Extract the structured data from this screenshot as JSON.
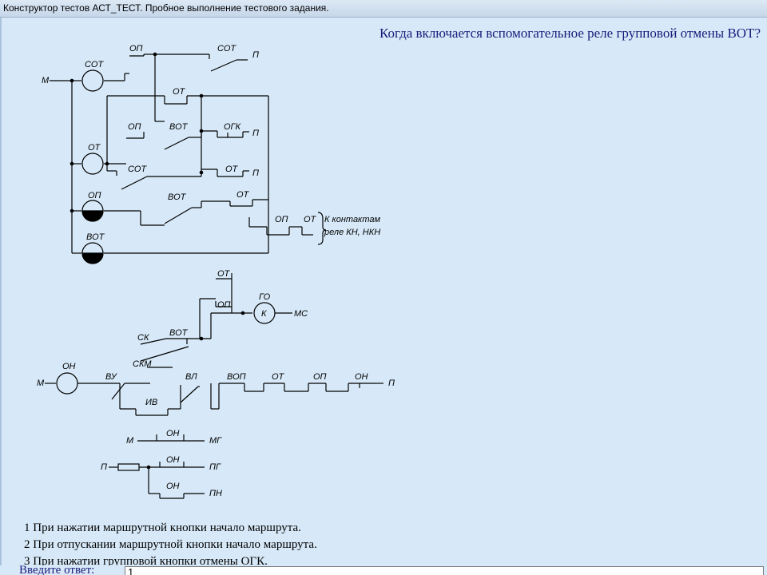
{
  "window": {
    "title": "Конструктор тестов АСТ_ТЕСТ. Пробное выполнение тестового задания."
  },
  "question": {
    "text": "Когда включается вспомогательное реле групповой отмены ВОТ?"
  },
  "schematic": {
    "labels": {
      "m1": "М",
      "sot": "СОТ",
      "op1": "ОП",
      "sot2": "СОТ",
      "p1": "П",
      "ot1": "ОТ",
      "op2": "ОП",
      "vot1": "ВОТ",
      "ogk": "ОГК",
      "p2": "П",
      "ot_relay": "ОТ",
      "sot3": "СОТ",
      "ot2": "ОТ",
      "p3": "П",
      "op_relay": "ОП",
      "vot2": "ВОТ",
      "ot3": "ОТ",
      "op3": "ОП",
      "ot4": "ОТ",
      "note1": "К контактам",
      "note2": "реле КН, НКН",
      "vot_relay": "ВОТ",
      "ot5": "ОТ",
      "op4": "ОП",
      "go": "ГО",
      "k": "К",
      "mc": "МС",
      "sk": "СК",
      "vot3": "ВОТ",
      "skm": "СКМ",
      "m2": "М",
      "on1": "ОН",
      "vu": "ВУ",
      "vl": "ВЛ",
      "vop": "ВОП",
      "ot6": "ОТ",
      "op5": "ОП",
      "on2": "ОН",
      "p4": "П",
      "iv": "ИВ",
      "m3": "М",
      "on3": "ОН",
      "mg": "МГ",
      "p5": "П",
      "on4": "ОН",
      "pg": "ПГ",
      "on5": "ОН",
      "pn": "ПН"
    }
  },
  "answers": [
    "1 При нажатии маршрутной кнопки начало маршрута.",
    "2 При отпускании маршрутной кнопки начало маршрута.",
    "3 При нажатии групповой кнопки отмены ОГК."
  ],
  "input": {
    "label": "Введите ответ:",
    "value": "1"
  }
}
